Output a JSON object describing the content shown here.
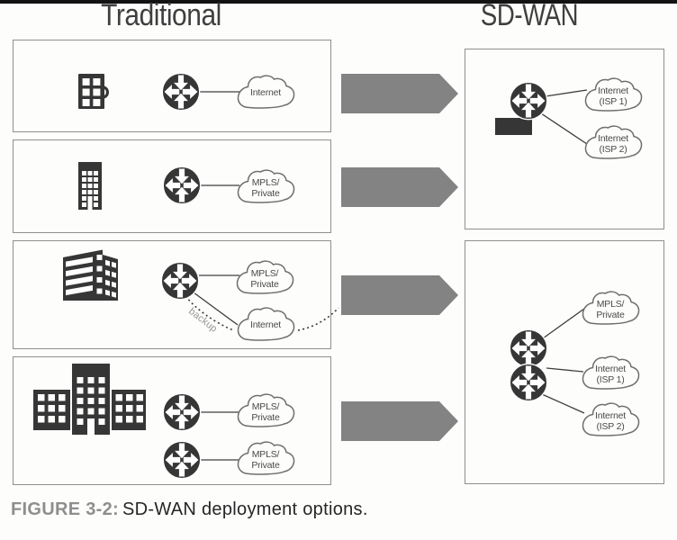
{
  "page": {
    "titles": {
      "traditional": "Traditional",
      "sdwan": "SD-WAN"
    },
    "caption": {
      "label": "FIGURE 3-2:",
      "text": "SD-WAN deployment options."
    },
    "colors": {
      "icon_dark": "#363636",
      "arrow_gray": "#838383",
      "box_border": "#8f8f8f",
      "cloud_stroke": "#6f6f6f",
      "connector": "#3f3f3f",
      "caption_label": "#8e8e8e",
      "caption_text": "#262626",
      "title_text": "#3f3f3f",
      "top_bar": "#131313"
    }
  },
  "diagram": {
    "traditional_rows": [
      {
        "site_icon": "small-office-building-icon",
        "device_icon": "router-icon",
        "clouds": [
          {
            "lines": [
              "Internet",
              ""
            ]
          }
        ]
      },
      {
        "site_icon": "mid-rise-building-icon",
        "device_icon": "router-icon",
        "clouds": [
          {
            "lines": [
              "MPLS/",
              "Private"
            ]
          }
        ]
      },
      {
        "site_icon": "office-building-3d-icon",
        "device_icon": "router-icon",
        "backup_label": "backup",
        "clouds": [
          {
            "lines": [
              "MPLS/",
              "Private"
            ]
          },
          {
            "lines": [
              "Internet",
              ""
            ]
          }
        ]
      },
      {
        "site_icon": "campus-building-icon",
        "device_icons": [
          "router-icon",
          "router-icon"
        ],
        "clouds": [
          {
            "lines": [
              "MPLS/",
              "Private"
            ]
          },
          {
            "lines": [
              "MPLS/",
              "Private"
            ]
          }
        ]
      }
    ],
    "sdwan_boxes": [
      {
        "device_icon": "router-icon",
        "appliance_icon": "sdwan-appliance-icon",
        "clouds": [
          {
            "lines": [
              "Internet",
              "(ISP 1)"
            ]
          },
          {
            "lines": [
              "Internet",
              "(ISP 2)"
            ]
          }
        ]
      },
      {
        "device_icons": [
          "router-icon",
          "router-icon"
        ],
        "clouds": [
          {
            "lines": [
              "MPLS/",
              "Private"
            ]
          },
          {
            "lines": [
              "Internet",
              "(ISP 1)"
            ]
          },
          {
            "lines": [
              "Internet",
              "(ISP 2)"
            ]
          }
        ]
      }
    ]
  }
}
